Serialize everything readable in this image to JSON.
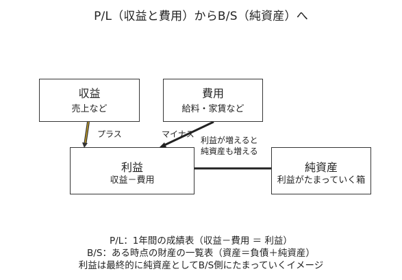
{
  "title": "P/L（収益と費用）からB/S（純資産）へ",
  "nodes": {
    "revenue": {
      "main": "収益",
      "sub": "売上など"
    },
    "expense": {
      "main": "費用",
      "sub": "給料・家賃など"
    },
    "profit": {
      "main": "利益",
      "sub": "収益－費用"
    },
    "equity": {
      "main": "純資産",
      "sub": "利益がたまっていく箱"
    }
  },
  "edges": {
    "plus": "プラス",
    "minus": "マイナス",
    "increase_line1": "利益が増えると",
    "increase_line2": "純資産も増える"
  },
  "footer": {
    "line1": "P/L：1年間の成績表（収益－費用 ＝ 利益）",
    "line2": "B/S：ある時点の財産の一覧表（資産＝負債＋純資産）",
    "line3": "利益は最終的に純資産としてB/S側にたまっていくイメージ"
  }
}
